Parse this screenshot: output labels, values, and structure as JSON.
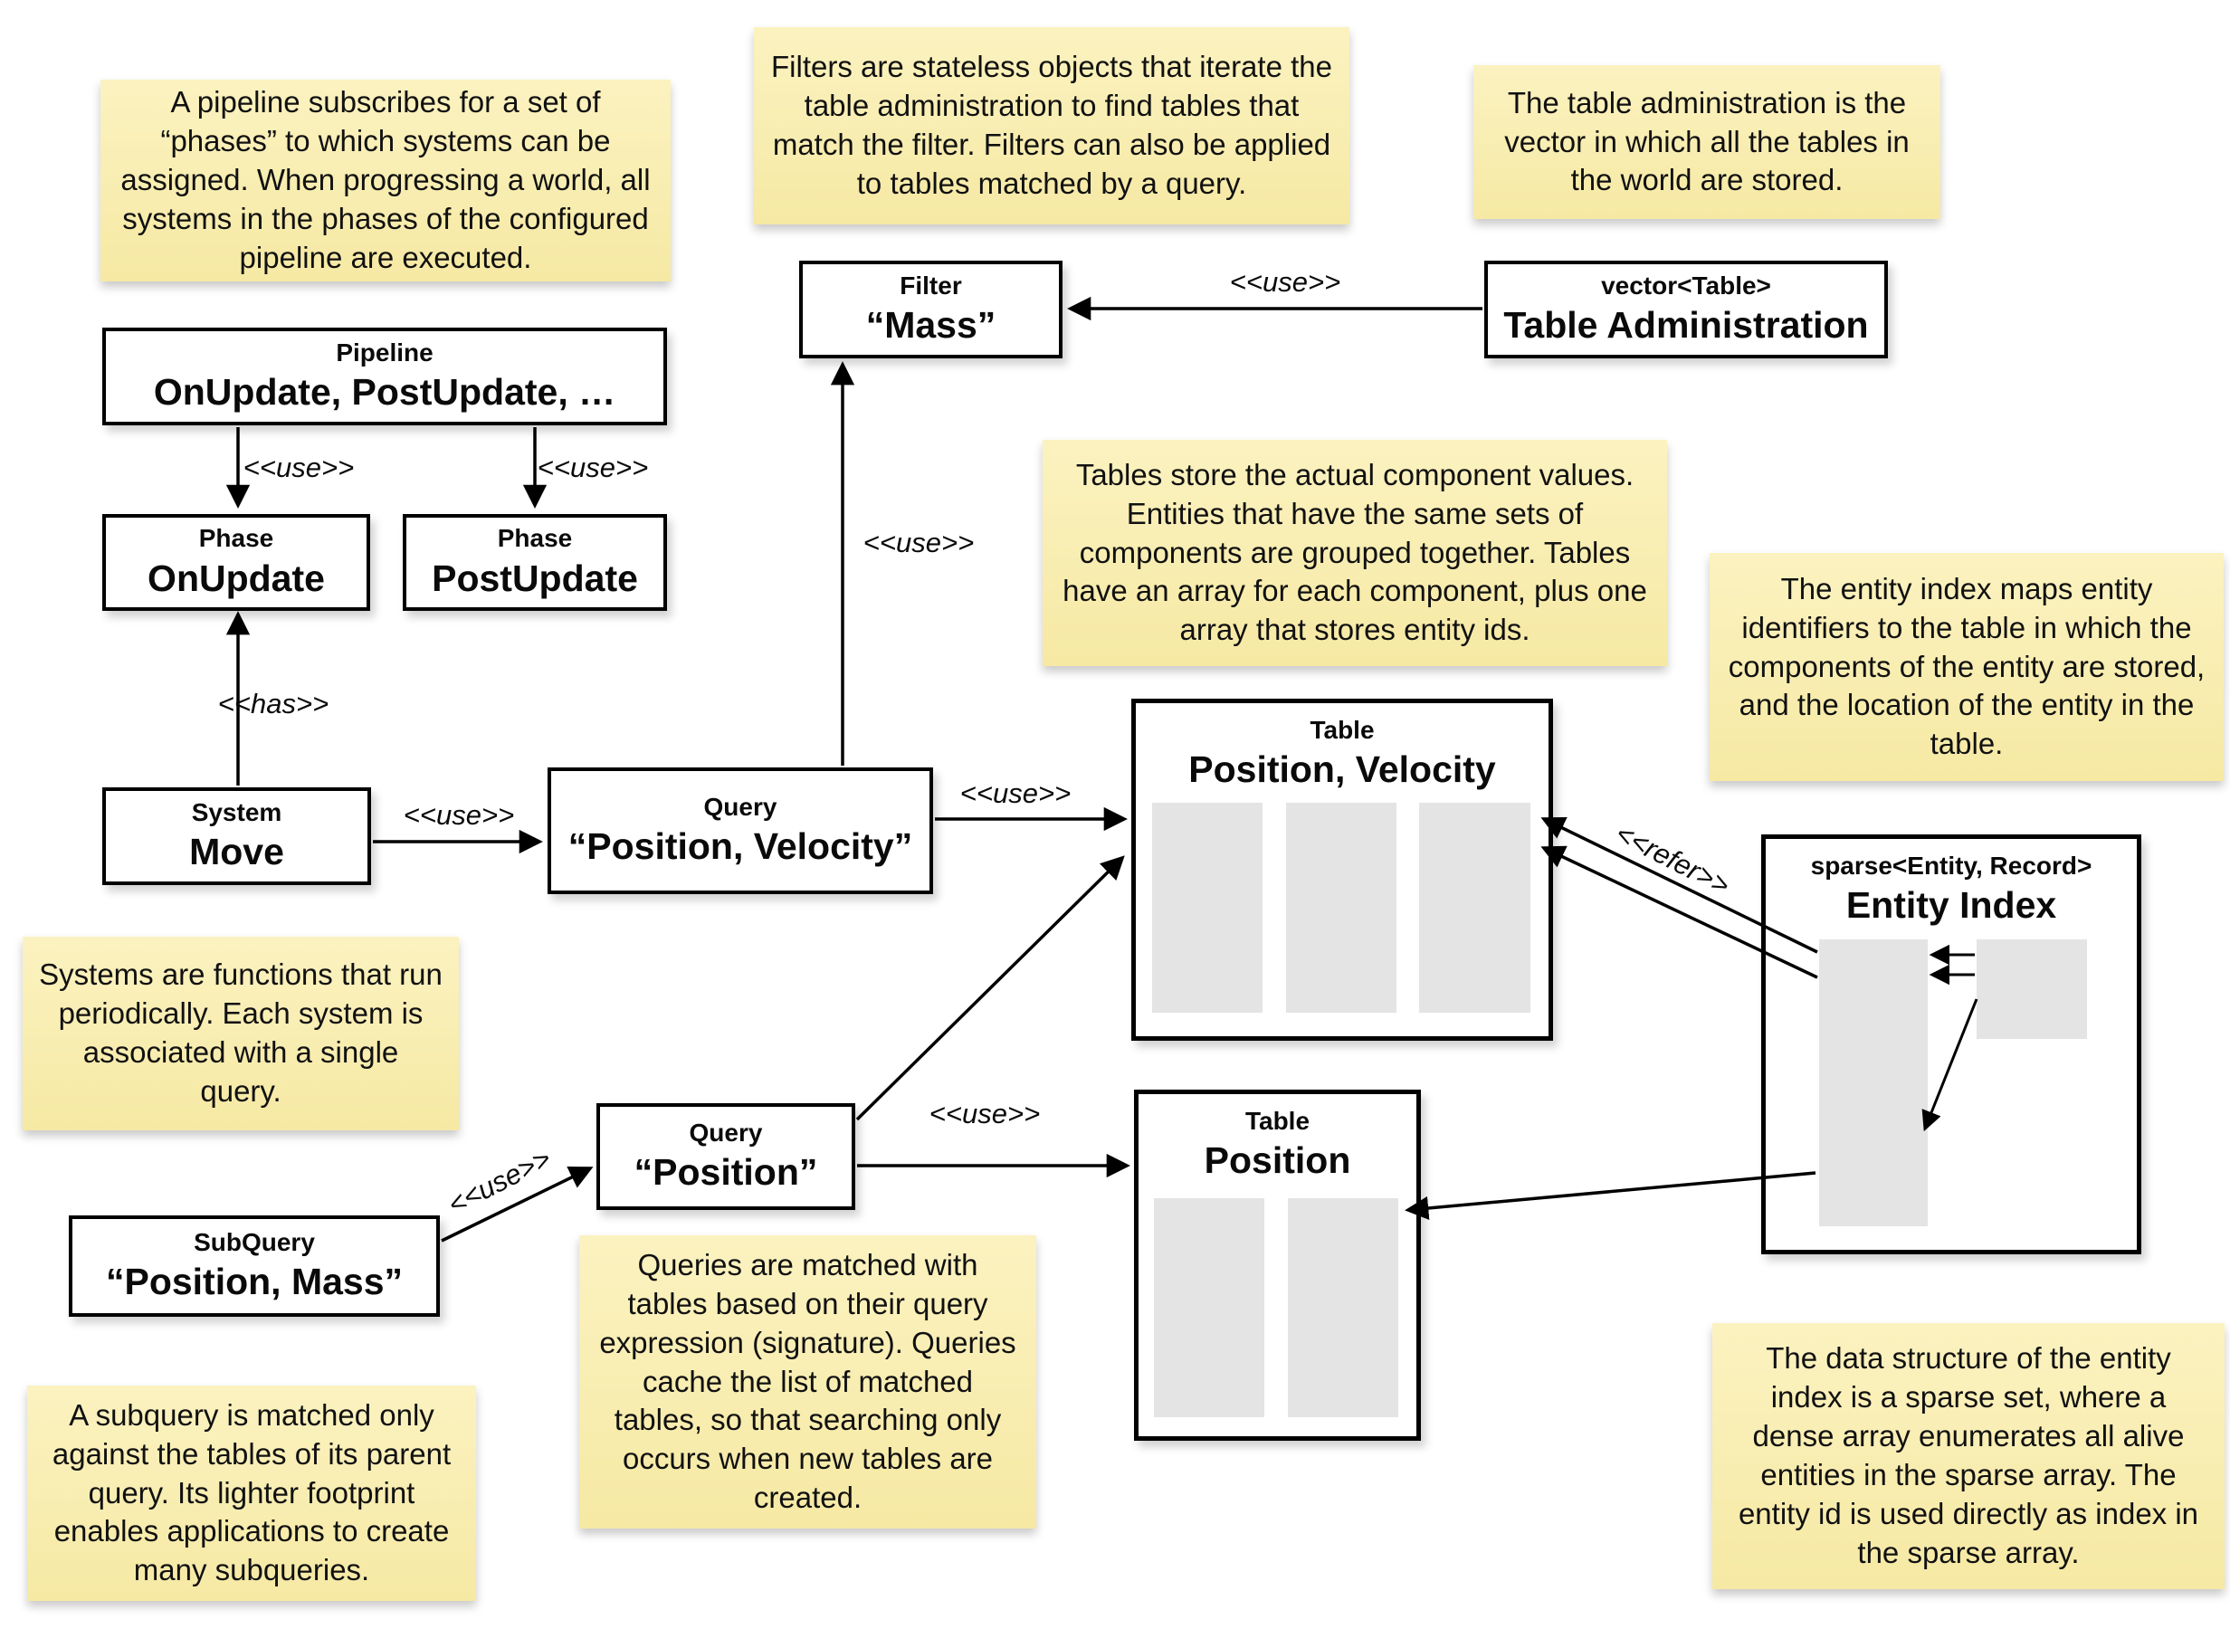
{
  "notes": {
    "pipeline": "A pipeline subscribes for a set of “phases” to which systems can be assigned. When progressing a world, all systems in the phases of the configured pipeline are executed.",
    "filters": "Filters are stateless objects that iterate the table administration to find tables that match the filter. Filters can also be applied to tables matched by a query.",
    "table_admin": "The table administration is the vector in which all the tables in the world are stored.",
    "tables": "Tables store the actual component values. Entities that have the same sets of components are grouped together. Tables have an array for each component, plus one array that stores entity ids.",
    "entity_index": "The entity index maps entity identifiers to the table in which the components of the entity are stored, and the location of the entity in the table.",
    "systems": "Systems are functions that run periodically. Each system is associated with a single query.",
    "queries": "Queries are matched with tables based on their query expression (signature). Queries cache the list of matched tables, so that searching only occurs when new tables are created.",
    "subquery": "A subquery is matched only against the tables of its parent query. Its lighter footprint enables applications to create many subqueries.",
    "sparse_set": "The data structure of the entity index is a sparse set, where a dense array enumerates all alive entities in the sparse array. The entity id is used directly as index in the sparse array."
  },
  "boxes": {
    "pipeline": {
      "title": "Pipeline",
      "value": "OnUpdate, PostUpdate, …"
    },
    "phase_onupdate": {
      "title": "Phase",
      "value": "OnUpdate"
    },
    "phase_postupdate": {
      "title": "Phase",
      "value": "PostUpdate"
    },
    "filter_mass": {
      "title": "Filter",
      "value": "“Mass”"
    },
    "table_administration": {
      "title": "vector<Table>",
      "value": "Table Administration"
    },
    "system_move": {
      "title": "System",
      "value": "Move"
    },
    "query_position_velocity": {
      "title": "Query",
      "value": "“Position, Velocity”"
    },
    "query_position": {
      "title": "Query",
      "value": "“Position”"
    },
    "subquery_position_mass": {
      "title": "SubQuery",
      "value": "“Position, Mass”"
    },
    "table_position_velocity": {
      "title": "Table",
      "value": "Position, Velocity"
    },
    "table_position": {
      "title": "Table",
      "value": "Position"
    },
    "entity_index": {
      "title": "sparse<Entity, Record>",
      "value": "Entity Index"
    }
  },
  "edge_labels": {
    "use": "<<use>>",
    "has": "<<has>>",
    "refer": "<<refer>>"
  },
  "colors": {
    "note_bg_top": "#FBF2C0",
    "note_bg_bottom": "#F6E9A4",
    "box_border": "#000000",
    "array_fill": "#E4E4E4",
    "background": "#FFFFFF"
  }
}
